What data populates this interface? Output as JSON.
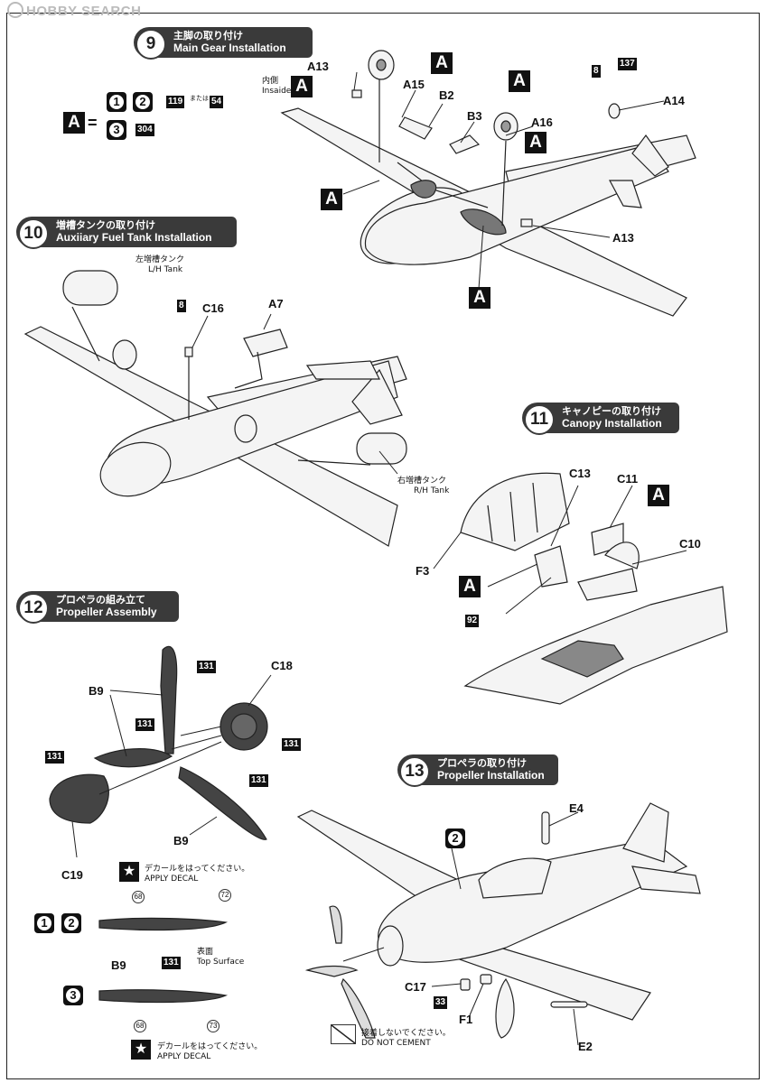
{
  "watermark": {
    "brand": "HOBBY SEARCH"
  },
  "legend": {
    "a_label": "A",
    "eq": "=",
    "variant1": "1",
    "variant2": "2",
    "variant3": "3",
    "v12_badge1": "119",
    "v12_or": "または\nor",
    "v12_badge2": "54",
    "v3_badge": "304"
  },
  "steps": {
    "s9": {
      "num": "9",
      "jp": "主脚の取り付け",
      "en": "Main Gear Installation"
    },
    "s10": {
      "num": "10",
      "jp": "増槽タンクの取り付け",
      "en": "Auxiiary Fuel Tank Installation"
    },
    "s11": {
      "num": "11",
      "jp": "キャノピーの取り付け",
      "en": "Canopy Installation"
    },
    "s12": {
      "num": "12",
      "jp": "プロペラの組み立て",
      "en": "Propeller Assembly"
    },
    "s13": {
      "num": "13",
      "jp": "プロペラの取り付け",
      "en": "Propeller Installation"
    }
  },
  "step9": {
    "inside_jp": "内側",
    "inside_en": "Insaide",
    "parts": {
      "a13_top": "A13",
      "a15": "A15",
      "b2": "B2",
      "b3": "B3",
      "a16": "A16",
      "a14": "A14",
      "a13_bottom": "A13"
    },
    "badge8": "8",
    "badge137": "137"
  },
  "step10": {
    "lh_jp": "左増槽タンク",
    "lh_en": "L/H Tank",
    "rh_jp": "右増槽タンク",
    "rh_en": "R/H Tank",
    "badge8": "8",
    "c16": "C16",
    "a7": "A7"
  },
  "step11": {
    "c13": "C13",
    "c11": "C11",
    "c10": "C10",
    "f3": "F3",
    "badge92": "92"
  },
  "step12": {
    "b9_top": "B9",
    "c18": "C18",
    "c19": "C19",
    "b9_bottom": "B9",
    "badge131": "131",
    "decal_jp": "デカールをはってください。",
    "decal_en": "APPLY DECAL",
    "d68": "68",
    "d72": "72",
    "d73": "73",
    "top_jp": "表面",
    "top_en": "Top Surface",
    "b9_row": "B9"
  },
  "step13": {
    "e4": "E4",
    "c17": "C17",
    "f1": "F1",
    "e2": "E2",
    "badge33": "33",
    "variant": "2",
    "nocement_jp": "接着しないでください。",
    "nocement_en": "DO NOT CEMENT"
  }
}
